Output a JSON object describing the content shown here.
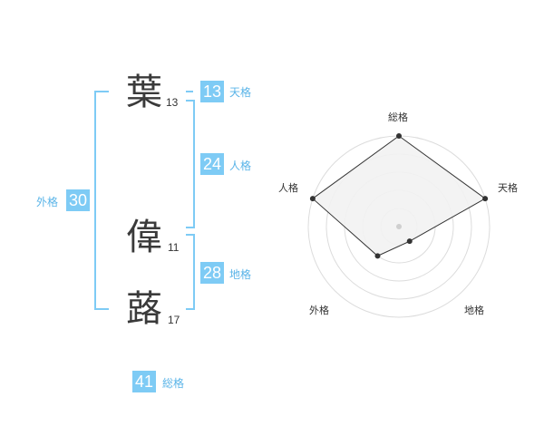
{
  "name": {
    "chars": [
      {
        "char": "葉",
        "strokes": "13"
      },
      {
        "char": "偉",
        "strokes": "11"
      },
      {
        "char": "蕗",
        "strokes": "17"
      }
    ]
  },
  "fortunes": {
    "tenkaku": {
      "value": "13",
      "label": "天格"
    },
    "jinkaku": {
      "value": "24",
      "label": "人格"
    },
    "chikaku": {
      "value": "28",
      "label": "地格"
    },
    "gaikaku": {
      "value": "30",
      "label": "外格"
    },
    "soukaku": {
      "value": "41",
      "label": "総格"
    }
  },
  "colors": {
    "accent": "#7ecbf5",
    "accent_text": "#5ab4e8",
    "radar_fill": "#f2f2f2",
    "radar_line": "#333333"
  },
  "chart_data": {
    "type": "radar",
    "axes": [
      "総格",
      "天格",
      "地格",
      "外格",
      "人格"
    ],
    "values": [
      5,
      5,
      1,
      2,
      5
    ],
    "range": [
      0,
      5
    ],
    "rings": 5
  }
}
